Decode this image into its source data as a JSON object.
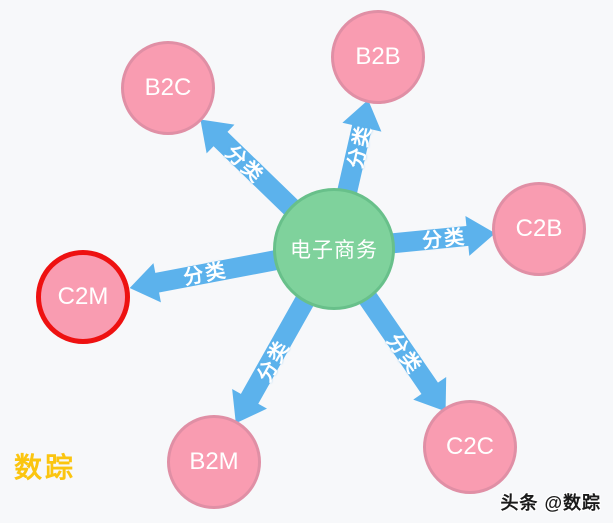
{
  "background_color": "#f7f8fa",
  "diagram": {
    "center_node": {
      "label": "电子商务",
      "color": "#7fd29c",
      "border_color": "#68c08a"
    },
    "node_color": "#f99cb1",
    "node_border_color": "#e08fa5",
    "arrow_color": "#5cb2ec",
    "highlight_border_color": "#ee1111",
    "nodes": [
      {
        "label": "B2C",
        "highlighted": false
      },
      {
        "label": "B2B",
        "highlighted": false
      },
      {
        "label": "C2B",
        "highlighted": false
      },
      {
        "label": "C2M",
        "highlighted": true
      },
      {
        "label": "B2M",
        "highlighted": false
      },
      {
        "label": "C2C",
        "highlighted": false
      }
    ],
    "edges": [
      {
        "from": "电子商务",
        "to": "B2C",
        "label": "分类"
      },
      {
        "from": "电子商务",
        "to": "B2B",
        "label": "分类"
      },
      {
        "from": "电子商务",
        "to": "C2B",
        "label": "分类"
      },
      {
        "from": "电子商务",
        "to": "C2M",
        "label": "分类"
      },
      {
        "from": "电子商务",
        "to": "B2M",
        "label": "分类"
      },
      {
        "from": "电子商务",
        "to": "C2C",
        "label": "分类"
      }
    ]
  },
  "watermarks": {
    "bottom_left": "数踪",
    "bottom_right": "头条 @数踪",
    "bottom_left_color": "#fbc50f"
  }
}
